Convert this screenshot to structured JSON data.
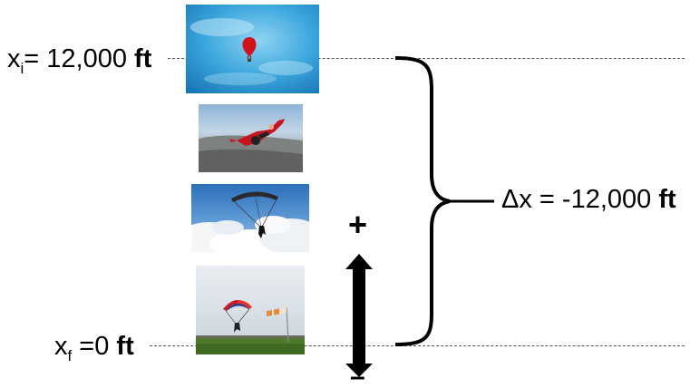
{
  "initial_position": {
    "symbol": "x",
    "subscript": "i",
    "equals_value": "= 12,000 ",
    "unit": "ft"
  },
  "final_position": {
    "symbol": "x",
    "subscript": "f",
    "equals_value": " =0 ",
    "unit": "ft"
  },
  "displacement": {
    "text": "Δx = -12,000 ",
    "unit": "ft"
  },
  "direction": {
    "positive_sign": "+",
    "negative_sign": "–"
  },
  "photos": [
    {
      "subject": "hot-air-balloon-in-sky"
    },
    {
      "subject": "skydiver-in-freefall"
    },
    {
      "subject": "parachute-above-clouds"
    },
    {
      "subject": "parachute-landing-with-windsock"
    }
  ],
  "colors": {
    "sky_blue": "#3aa6dc",
    "balloon_red": "#d4121c",
    "jumpsuit_red": "#c8141e",
    "grass_green": "#4f7a2c",
    "line": "#000000"
  }
}
